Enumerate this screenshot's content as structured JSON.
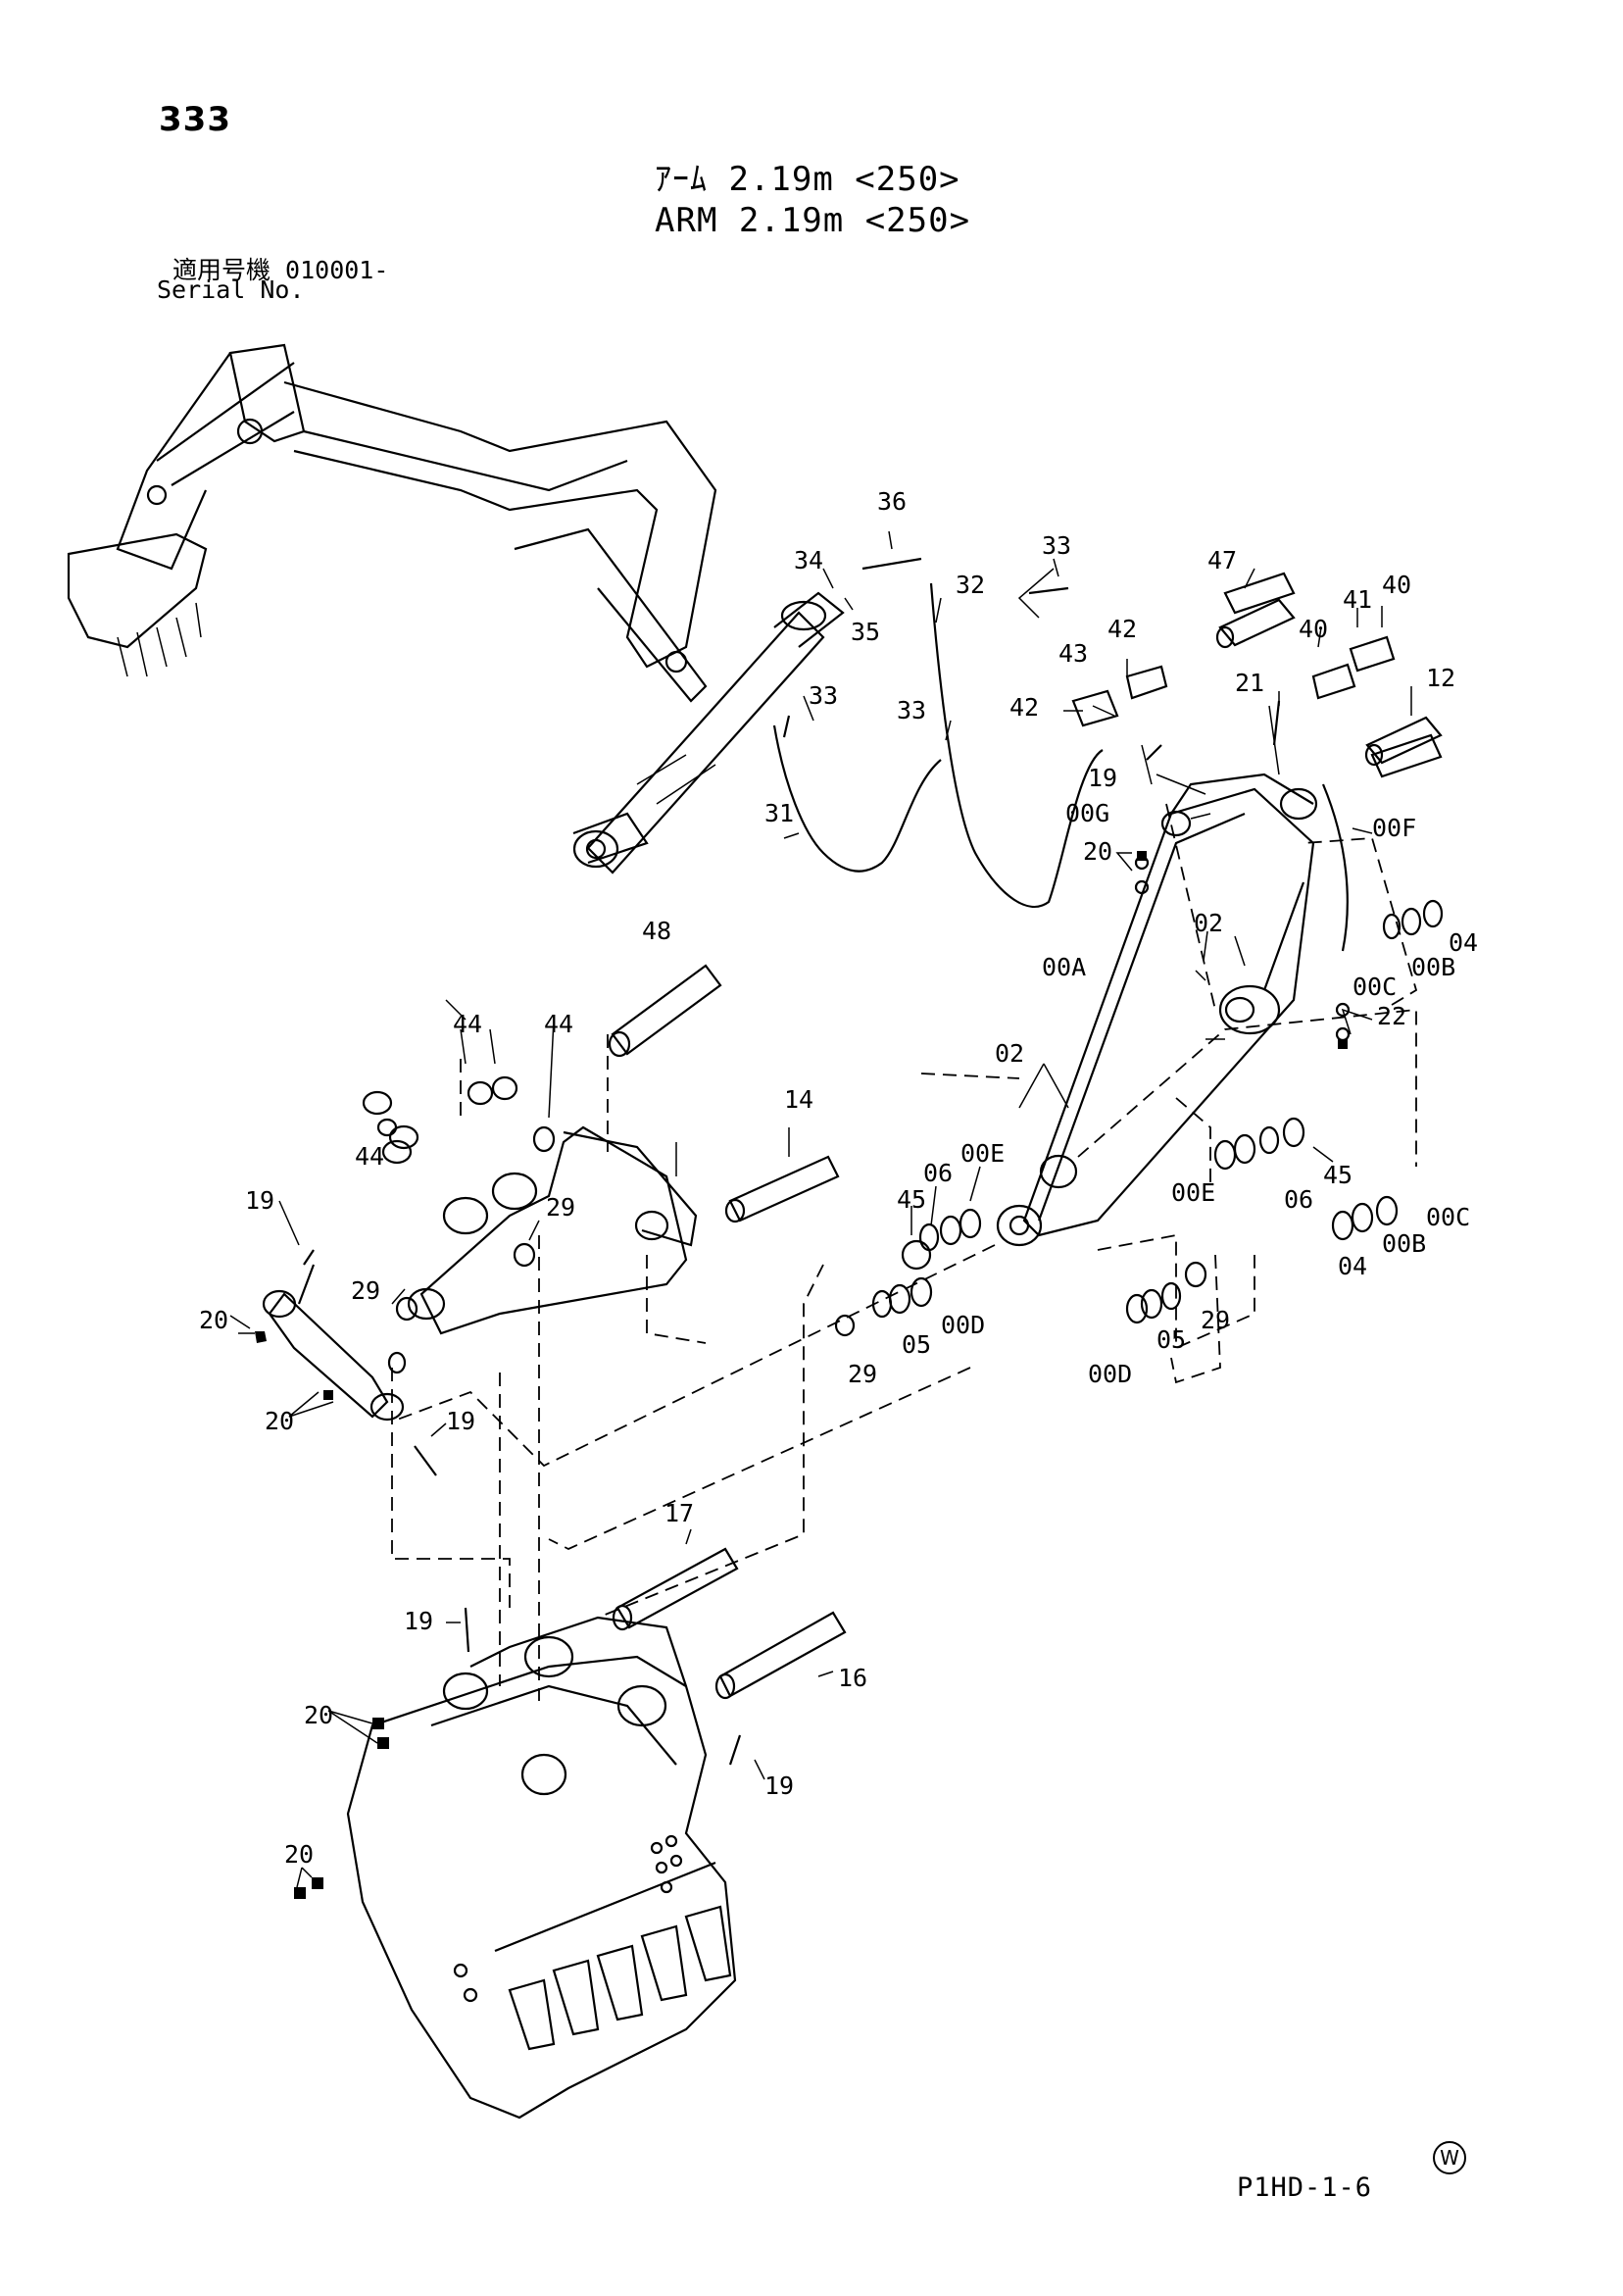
{
  "page_number": "333",
  "title_jp": "ｱｰﾑ 2.19m <250>",
  "title_en": "ARM 2.19m <250>",
  "serial_jp": "適用号機  010001-",
  "serial_en": "Serial No.",
  "doc_code": "P1HD-1-6",
  "watermark": "W",
  "callouts": {
    "c36": "36",
    "c34": "34",
    "c33a": "33",
    "c47": "47",
    "c32": "32",
    "c35": "35",
    "c40a": "40",
    "c41": "41",
    "c40b": "40",
    "c42a": "42",
    "c43": "43",
    "c33b": "33",
    "c33c": "33",
    "c21": "21",
    "c12": "12",
    "c42b": "42",
    "c19a": "19",
    "c31": "31",
    "c00G": "00G",
    "c00F": "00F",
    "c20a": "20",
    "c02a": "02",
    "c04a": "04",
    "c00A": "00A",
    "c00C_a": "00C",
    "c00B_a": "00B",
    "c48": "48",
    "c22": "22",
    "c44a": "44",
    "c44b": "44",
    "c02b": "02",
    "c14": "14",
    "c44c": "44",
    "c00E_a": "00E",
    "c06a": "06",
    "c45a": "45",
    "c19b": "19",
    "c29a": "29",
    "c00E_b": "00E",
    "c06b": "06",
    "c45b": "45",
    "c00C_b": "00C",
    "c29b": "29",
    "c20b": "20",
    "c05a": "05",
    "c00D_a": "00D",
    "c04b": "04",
    "c00B_b": "00B",
    "c29c": "29",
    "c29d": "29",
    "c05b": "05",
    "c00D_b": "00D",
    "c20c": "20",
    "c19c": "19",
    "c17": "17",
    "c19d": "19",
    "c16": "16",
    "c20d": "20",
    "c19e": "19",
    "c20e": "20"
  }
}
